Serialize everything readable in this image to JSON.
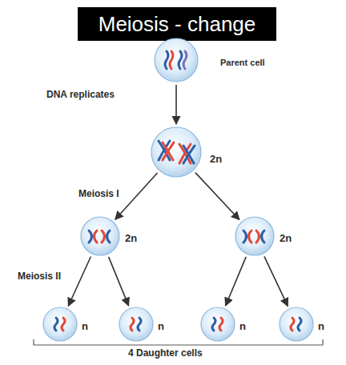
{
  "diagram": {
    "title": "Meiosis - change",
    "nodes": [
      {
        "text": [
          "Parent cell"
        ]
      },
      {
        "text": [
          "2n"
        ]
      },
      {
        "text": [
          "2n"
        ]
      },
      {
        "text": [
          "2n"
        ]
      },
      {
        "text": [
          "n"
        ]
      },
      {
        "text": [
          "n"
        ]
      },
      {
        "text": [
          "n"
        ]
      },
      {
        "text": [
          "n"
        ]
      }
    ],
    "edges": [
      {
        "from": 0,
        "to": 1,
        "arrow": "to",
        "label": "DNA replicates"
      },
      {
        "from": 1,
        "to": 2,
        "arrow": "to",
        "label": "Meiosis I"
      },
      {
        "from": 1,
        "to": 3,
        "arrow": "to"
      },
      {
        "from": 2,
        "to": 4,
        "arrow": "to",
        "label": "Meiosis II"
      },
      {
        "from": 2,
        "to": 5,
        "arrow": "to"
      },
      {
        "from": 3,
        "to": 6,
        "arrow": "to"
      },
      {
        "from": 3,
        "to": 7,
        "arrow": "to"
      }
    ],
    "labels": [
      "4 Daughter cells"
    ]
  }
}
